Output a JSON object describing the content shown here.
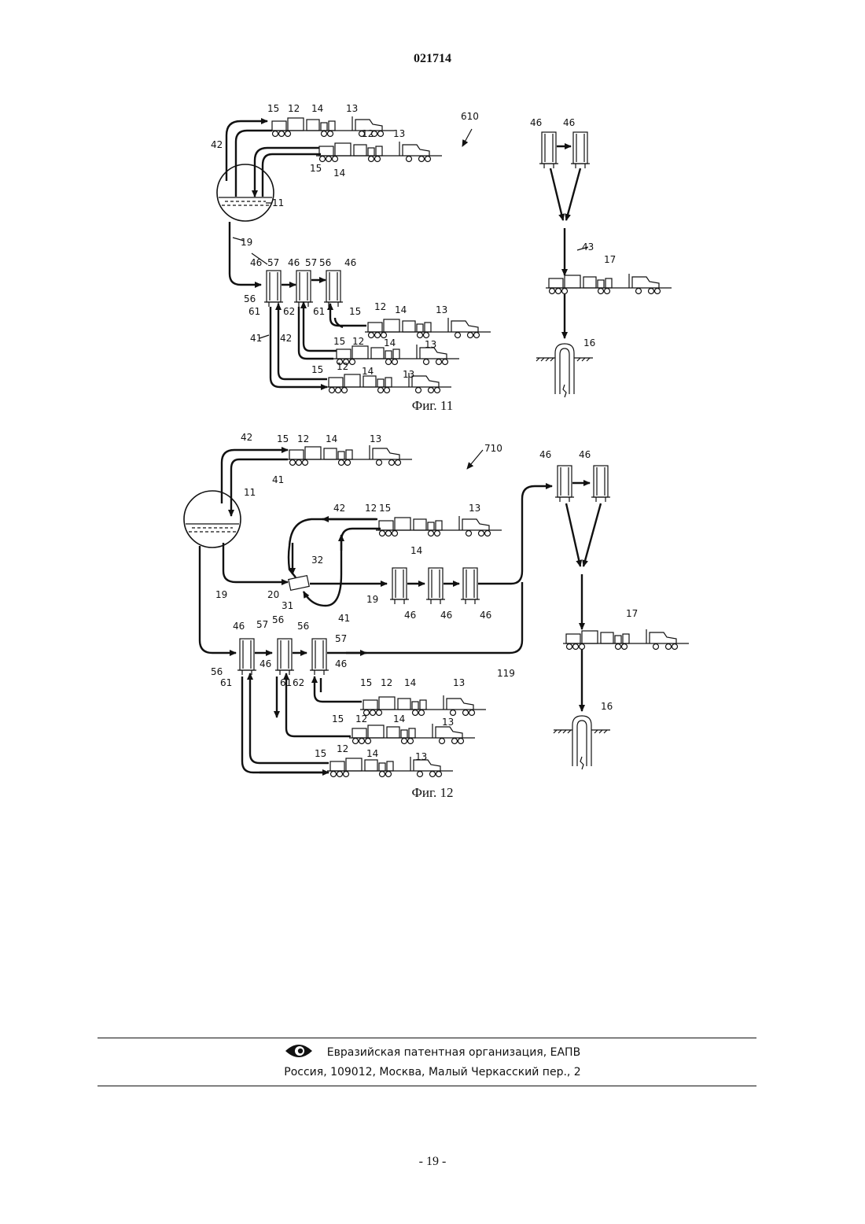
{
  "header": {
    "doc_number": "021714"
  },
  "figures": [
    {
      "caption": "Фиг. 11",
      "refs": {
        "r610": "610",
        "r11": "11",
        "r19": "19",
        "r42a": "42",
        "r41": "41",
        "r42b": "42",
        "r43": "43",
        "r17": "17",
        "r16": "16",
        "r46": "46",
        "r57": "57",
        "r56": "56",
        "r61": "61",
        "r62": "62",
        "r15": "15",
        "r12": "12",
        "r14": "14",
        "r13": "13"
      }
    },
    {
      "caption": "Фиг. 12",
      "refs": {
        "r710": "710",
        "r11": "11",
        "r42": "42",
        "r41": "41",
        "r32": "32",
        "r20": "20",
        "r31": "31",
        "r19": "19",
        "r119": "119",
        "r17": "17",
        "r16": "16",
        "r46": "46",
        "r57": "57",
        "r56": "56",
        "r61": "61",
        "r62": "62",
        "r15": "15",
        "r12": "12",
        "r14": "14",
        "r13": "13"
      }
    }
  ],
  "footer": {
    "organization": "Евразийская патентная организация, ЕАПВ",
    "address": "Россия, 109012, Москва, Малый Черкасский пер., 2",
    "page_number": "- 19 -"
  },
  "icons": {
    "logo": "eapo-eye-logo-icon"
  }
}
